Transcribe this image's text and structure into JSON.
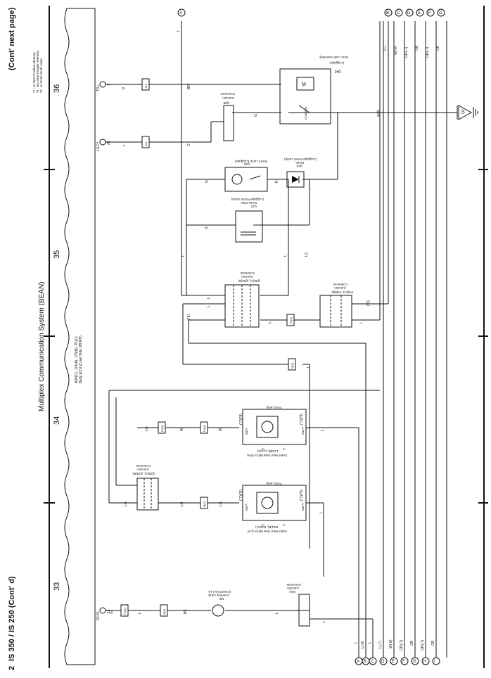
{
  "header": {
    "model": "IS 350 / IS 250 (Cont' d)",
    "page_num_marker": "2",
    "continued": "(Cont' next page)"
  },
  "system_title": "Multiplex Communication System (BEAN)",
  "columns": [
    "33",
    "34",
    "35",
    "36"
  ],
  "legend": [
    "*7 : w/ Seat Position Memory",
    "*8 : w/o Seat Position Memory",
    "*9 : w/ Outer Scuff Lamp"
  ],
  "ecu": {
    "code": "A30(C), J74(A), J75(B), P1(C)",
    "name": "Body ECU (Cowl Side J/B RH)",
    "pins": [
      {
        "name": "TR+",
        "num": "1"
      },
      {
        "name": "LGCY",
        "num": "25"
      },
      {
        "name": "DCYL",
        "num": "13"
      }
    ]
  },
  "components": {
    "door_lock": {
      "code": "Q42",
      "name": "Door Lock Assembly",
      "sub": "(Luggage)",
      "switch": "Courtesy",
      "motor": "M"
    },
    "junction_q35": {
      "code": "Q35",
      "name": "Junction",
      "sub": "Connector"
    },
    "room_lamp": {
      "code": "Q16",
      "name": "Room Lamp (Luggage)"
    },
    "diode": {
      "code": "Q16",
      "name": "Diode",
      "sub": "(Luggage Room Lamp)"
    },
    "noise_filter": {
      "code": "Q27",
      "name": "Noise Filter",
      "sub": "(Luggage Room Lamp)"
    },
    "jc_q33": {
      "code": "Q33(A), Q34(B)",
      "name": "Junction",
      "sub": "Connector"
    },
    "jc_p28": {
      "code": "P26(A), P28(B)",
      "name": "Junction",
      "sub": "Connector"
    },
    "jc_q33a": {
      "code": "Q33(A), Q34(B)",
      "name": "Junction",
      "sub": "Connector"
    },
    "mirror_rh": {
      "code": "L13(B), L14(C)",
      "name": "Outer Rear View Mirror (RH)",
      "lamp": "Foot Lamp"
    },
    "mirror_lh": {
      "code": "M11(B), M15(C)",
      "name": "Outer Rear View Mirror (LH)",
      "lamp": "Foot Lamp"
    },
    "courtesy": {
      "code": "M6",
      "name": "Courtesy Lamp",
      "sub": "(Front Door LH)"
    },
    "jc_m4": {
      "code": "M14",
      "name": "Junction",
      "sub": "Connector"
    }
  },
  "ground": "Q2",
  "wire_labels": {
    "BR": "BR",
    "P": "P",
    "L": "L",
    "G": "G",
    "R": "R",
    "LG": "LG",
    "W": "W",
    "WB": "W-B",
    "BE": "BE",
    "Y": "Y",
    "MLP_PLUS": "MLP+",
    "MLP_MINUS": "MLP-",
    "S7": "(*7)",
    "S8": "(*8)",
    "S9": "(*9)"
  },
  "connectors": {
    "tr": "J21",
    "lgcy": "J21",
    "dcyl1": "P4(2)",
    "dcyl2": "M(2)",
    "c18": "P4(2)",
    "c8": "M(2)",
    "c22": "P4(2)",
    "c15": "P4(2)",
    "c18b": "M(2)",
    "c18c": "P4(2)"
  },
  "offpage_top": [
    {
      "letter": "A",
      "wire": "L"
    },
    {
      "letter": "B",
      "wire": "LG"
    },
    {
      "letter": "C",
      "wire": "W(-8)"
    },
    {
      "letter": "D",
      "wire": "GR(-7)"
    },
    {
      "letter": "E",
      "wire": "GR"
    },
    {
      "letter": "F",
      "wire": "GR(-7)"
    },
    {
      "letter": "G",
      "wire": "GR"
    }
  ],
  "offpage_bottom": [
    {
      "letter": "A",
      "wire": "L"
    },
    {
      "letter": "B",
      "wire": "L(-8)"
    },
    {
      "letter": "C",
      "wire": "L"
    },
    {
      "letter": "D",
      "wire": "L(-7)"
    },
    {
      "letter": "E",
      "wire": "W(-8)"
    },
    {
      "letter": "F",
      "wire": "GR(-7)"
    },
    {
      "letter": "G",
      "wire": "GR"
    },
    {
      "letter": "H",
      "wire": "GR(-7)"
    },
    {
      "letter": "I",
      "wire": "GR"
    }
  ]
}
